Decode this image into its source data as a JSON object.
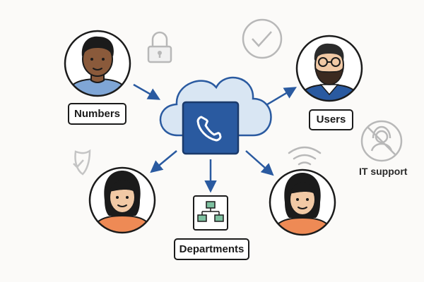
{
  "diagram": {
    "center": {
      "icon": "phone-icon",
      "container": "cloud"
    },
    "nodes": [
      {
        "id": "numbers",
        "label": "Numbers",
        "avatar": "man-avatar"
      },
      {
        "id": "users",
        "label": "Users",
        "avatar": "bearded-man-with-glasses-avatar"
      },
      {
        "id": "departments",
        "label": "Departments",
        "icon": "org-chart-icon"
      },
      {
        "id": "it_support",
        "label": "IT support",
        "icon": "no-headset-icon"
      }
    ],
    "people": [
      {
        "id": "woman-left",
        "avatar": "woman-avatar"
      },
      {
        "id": "woman-right",
        "avatar": "woman-avatar"
      }
    ],
    "decorations": [
      "lock-icon",
      "check-circle-icon",
      "shield-check-icon",
      "wifi-icon"
    ],
    "colors": {
      "accent": "#2a5aa0",
      "cloud_fill": "#d9e6f3",
      "outline": "#1b1b1b",
      "muted": "#b8b8b8",
      "background": "#fbfaf8"
    }
  }
}
